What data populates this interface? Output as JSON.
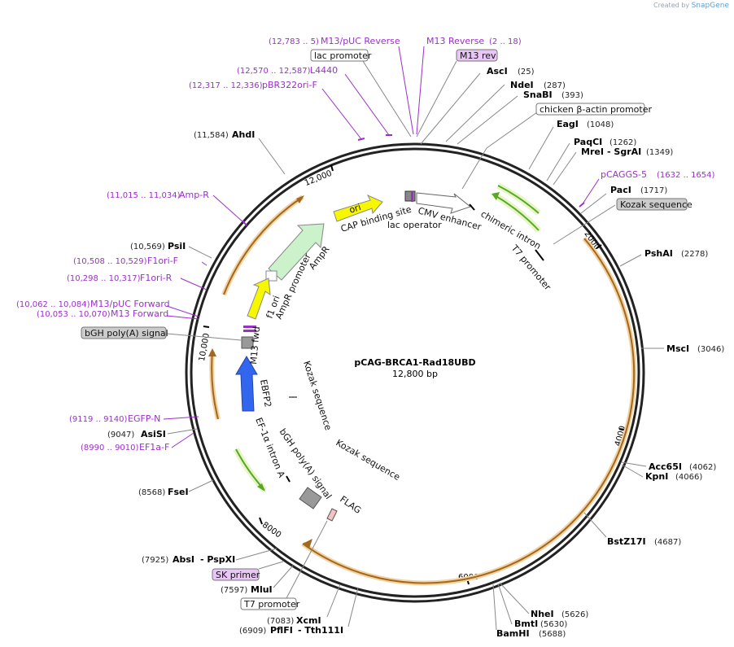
{
  "credit": {
    "text": "Created by",
    "brand": "SnapGene"
  },
  "plasmid": {
    "name": "pCAG-BRCA1-Rad18UBD",
    "size_label": "12,800 bp",
    "total_bp": 12800
  },
  "ticks": [
    {
      "bp": 2000,
      "label": "2000"
    },
    {
      "bp": 4000,
      "label": "4000"
    },
    {
      "bp": 6000,
      "label": "6000"
    },
    {
      "bp": 8000,
      "label": "8000"
    },
    {
      "bp": 10000,
      "label": "10,000"
    },
    {
      "bp": 12000,
      "label": "12,000"
    }
  ],
  "right_enzymes": [
    {
      "name": "AscI",
      "pos": "(25)"
    },
    {
      "name": "NdeI",
      "pos": "(287)"
    },
    {
      "name": "SnaBI",
      "pos": "(393)"
    },
    {
      "name": "EagI",
      "pos": "(1048)"
    },
    {
      "name": "PaqCI",
      "pos": "(1262)"
    },
    {
      "name": "MreI",
      "extra": "- SgrAI",
      "pos": "(1349)"
    },
    {
      "name": "PacI",
      "pos": "(1717)"
    },
    {
      "name": "PshAI",
      "pos": "(2278)"
    },
    {
      "name": "MscI",
      "pos": "(3046)"
    },
    {
      "name": "Acc65I",
      "pos": "(4062)"
    },
    {
      "name": "KpnI",
      "pos": "(4066)"
    },
    {
      "name": "BstZ17I",
      "pos": "(4687)"
    },
    {
      "name": "NheI",
      "pos": "(5626)"
    },
    {
      "name": "BmtI",
      "pos": "(5630)"
    },
    {
      "name": "BamHI",
      "pos": "(5688)"
    }
  ],
  "left_enzymes": [
    {
      "name": "AhdI",
      "pos": "(11,584)"
    },
    {
      "name": "PsiI",
      "pos": "(10,569)"
    },
    {
      "name": "AsiSI",
      "pos": "(9047)"
    },
    {
      "name": "FseI",
      "pos": "(8568)"
    },
    {
      "name": "AbsI",
      "extra": "- PspXI",
      "pos": "(7925)"
    },
    {
      "name": "MluI",
      "pos": "(7597)"
    },
    {
      "name": "XcmI",
      "pos": "(7083)"
    },
    {
      "name": "PflFI",
      "extra": "- Tth111I",
      "pos": "(6909)"
    }
  ],
  "primers": [
    {
      "name": "M13/pUC Reverse",
      "pos": "(12,783 .. 5)"
    },
    {
      "name": "M13 Reverse",
      "pos": "(2 .. 18)"
    },
    {
      "name": "L4440",
      "pos": "(12,570 .. 12,587)"
    },
    {
      "name": "pBR322ori-F",
      "pos": "(12,317 .. 12,336)"
    },
    {
      "name": "pCAGGS-5",
      "pos": "(1632 .. 1654)"
    },
    {
      "name": "Amp-R",
      "pos": "(11,015 .. 11,034)"
    },
    {
      "name": "F1ori-F",
      "pos": "(10,508 .. 10,529)"
    },
    {
      "name": "F1ori-R",
      "pos": "(10,298 .. 10,317)"
    },
    {
      "name": "M13/pUC Forward",
      "pos": "(10,062 .. 10,084)"
    },
    {
      "name": "M13 Forward",
      "pos": "(10,053 .. 10,070)"
    },
    {
      "name": "EGFP-N",
      "pos": "(9119 .. 9140)"
    },
    {
      "name": "EF1a-F",
      "pos": "(8990 .. 9010)"
    }
  ],
  "boxed_labels": {
    "lac_promoter": "lac promoter",
    "m13_rev": "M13 rev",
    "chicken_actin": "chicken β-actin promoter",
    "kozak": "Kozak sequence",
    "bgh": "bGH poly(A) signal",
    "sk_primer": "SK primer",
    "t7_promoter": "T7 promoter"
  },
  "inner_labels": {
    "ori": "ori",
    "cap_binding": "CAP binding site",
    "lac_operator": "lac operator",
    "cmv_enhancer": "CMV enhancer",
    "chimeric_intron": "chimeric intron",
    "t7_promoter": "T7 promoter",
    "ampr": "AmpR",
    "ampr_promoter": "AmpR promoter",
    "f1_ori": "f1 ori",
    "m13_fwd": "M13 fwd",
    "ebfp2": "EBFP2",
    "kozak1": "Kozak sequence",
    "kozak2": "Kozak sequence",
    "ef1a_intron": "EF-1α intron A",
    "bgh_signal": "bGH poly(A) signal",
    "flag": "FLAG"
  },
  "colors": {
    "ori": "#f7f700",
    "ampr": "#ccf2cc",
    "ebfp2": "#3366ee",
    "orf_outline": "#e0a050",
    "orf_core": "#a06820",
    "intron": "#77cc33",
    "intron_glow": "#e8f5c8",
    "primer": "#9b30c8",
    "feature_grey": "#999999",
    "box_grey": "#cccccc",
    "box_purple": "#e8c6f5"
  }
}
